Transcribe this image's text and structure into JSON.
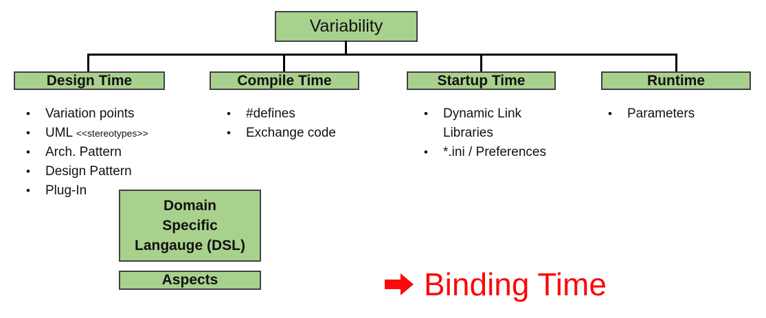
{
  "colors": {
    "box_fill": "#A9D18E",
    "box_border": "#404040",
    "connector": "#000000",
    "text": "#111111",
    "accent_red": "#FA0A0A"
  },
  "bullet_char": "•",
  "root": {
    "label": "Variability"
  },
  "columns": [
    {
      "header": "Design Time",
      "items": [
        {
          "text": "Variation points"
        },
        {
          "text": "UML",
          "sub": "<<stereotypes>>"
        },
        {
          "text": "Arch. Pattern"
        },
        {
          "text": "Design Pattern"
        },
        {
          "text": "Plug-In"
        }
      ]
    },
    {
      "header": "Compile Time",
      "items": [
        {
          "text": "#defines"
        },
        {
          "text": "Exchange code"
        }
      ]
    },
    {
      "header": "Startup Time",
      "items": [
        {
          "text": "Dynamic Link Libraries"
        },
        {
          "text": "*.ini / Preferences"
        }
      ]
    },
    {
      "header": "Runtime",
      "items": [
        {
          "text": "Parameters"
        }
      ]
    }
  ],
  "extra_boxes": {
    "dsl": {
      "label": "Domain\nSpecific\nLangauge (DSL)"
    },
    "aspects": {
      "label": "Aspects"
    }
  },
  "annotation": {
    "arrow_icon": "right-arrow",
    "label": "Binding Time"
  }
}
